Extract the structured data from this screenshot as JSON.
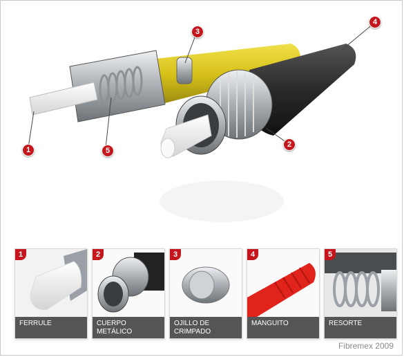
{
  "callouts": [
    {
      "number": "1"
    },
    {
      "number": "2"
    },
    {
      "number": "3"
    },
    {
      "number": "4"
    },
    {
      "number": "5"
    }
  ],
  "cards": [
    {
      "number": "1",
      "label_line1": "FERRULE",
      "label_line2": ""
    },
    {
      "number": "2",
      "label_line1": "CUERPO",
      "label_line2": "METÁLICO"
    },
    {
      "number": "3",
      "label_line1": "OJILLO DE",
      "label_line2": "CRIMPADO"
    },
    {
      "number": "4",
      "label_line1": "MANGUITO",
      "label_line2": ""
    },
    {
      "number": "5",
      "label_line1": "RESORTE",
      "label_line2": ""
    }
  ],
  "credit": "Fibremex 2009",
  "colors": {
    "accent": "#c4161c",
    "boot_yellow": "#d8c21a",
    "boot_red": "#e0231b",
    "cable_black": "#2a2a2a",
    "metal": "#b8bcc0"
  }
}
